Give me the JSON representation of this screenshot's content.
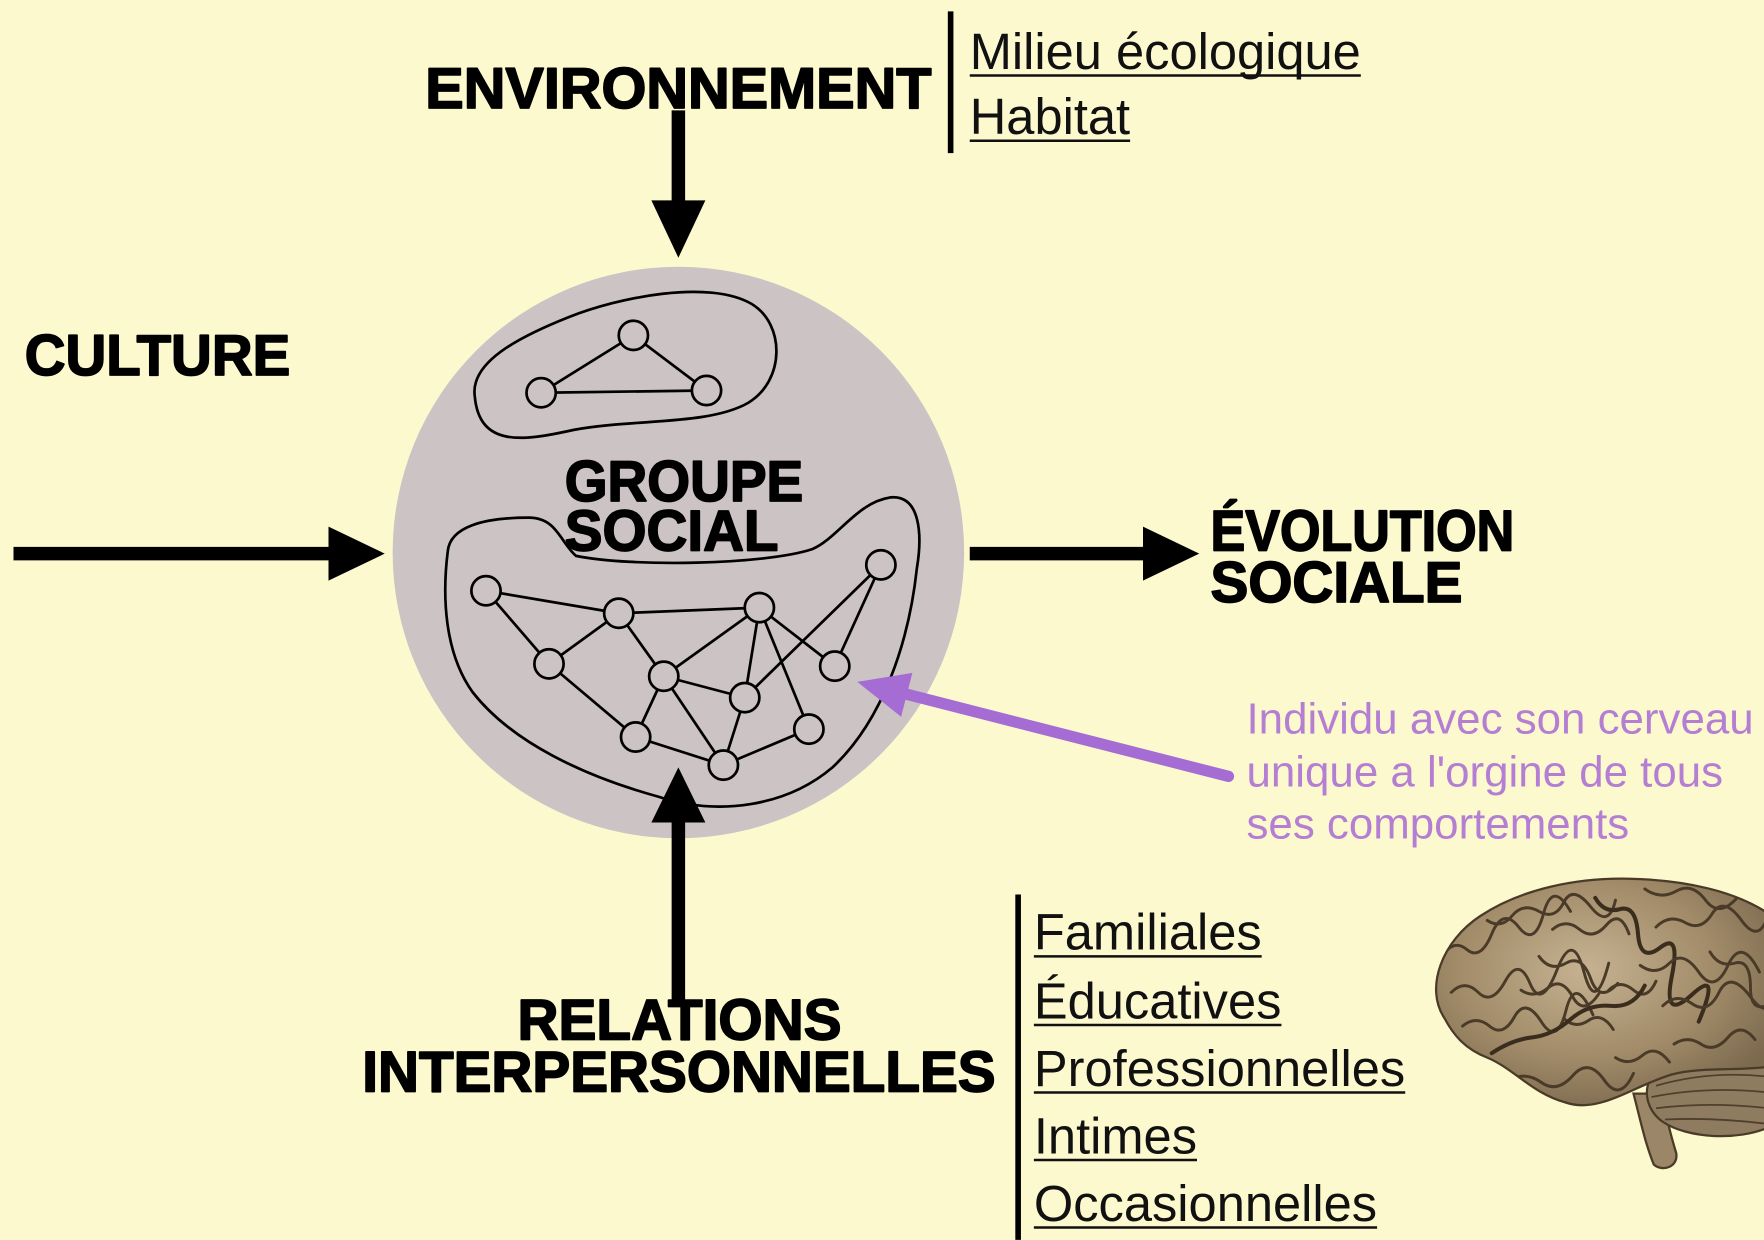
{
  "diagram": {
    "environment": {
      "label": "ENVIRONNEMENT",
      "items": [
        "Milieu écologique",
        "Habitat"
      ]
    },
    "culture": {
      "label": "CULTURE"
    },
    "social_group": {
      "lines": [
        "GROUPE",
        "SOCIAL"
      ]
    },
    "social_evolution": {
      "lines": [
        "ÉVOLUTION",
        "SOCIALE"
      ]
    },
    "interpersonal_relations": {
      "lines": [
        "RELATIONS",
        "INTERPERSONNELLES"
      ],
      "items": [
        "Familiales",
        "Éducatives",
        "Professionnelles",
        "Intimes",
        "Occasionnelles"
      ]
    },
    "individual_annotation": {
      "lines": [
        "Individu avec son cerveau",
        "unique a l'orgine de tous",
        "ses comportements"
      ]
    }
  },
  "illustrations": [
    "brain-illustration"
  ],
  "colors": {
    "background": "#fdf9cf",
    "social_group_circle": "#ccc3c5",
    "annotation_arrow": "#a56cd3",
    "annotation_text": "#b47fd3"
  }
}
